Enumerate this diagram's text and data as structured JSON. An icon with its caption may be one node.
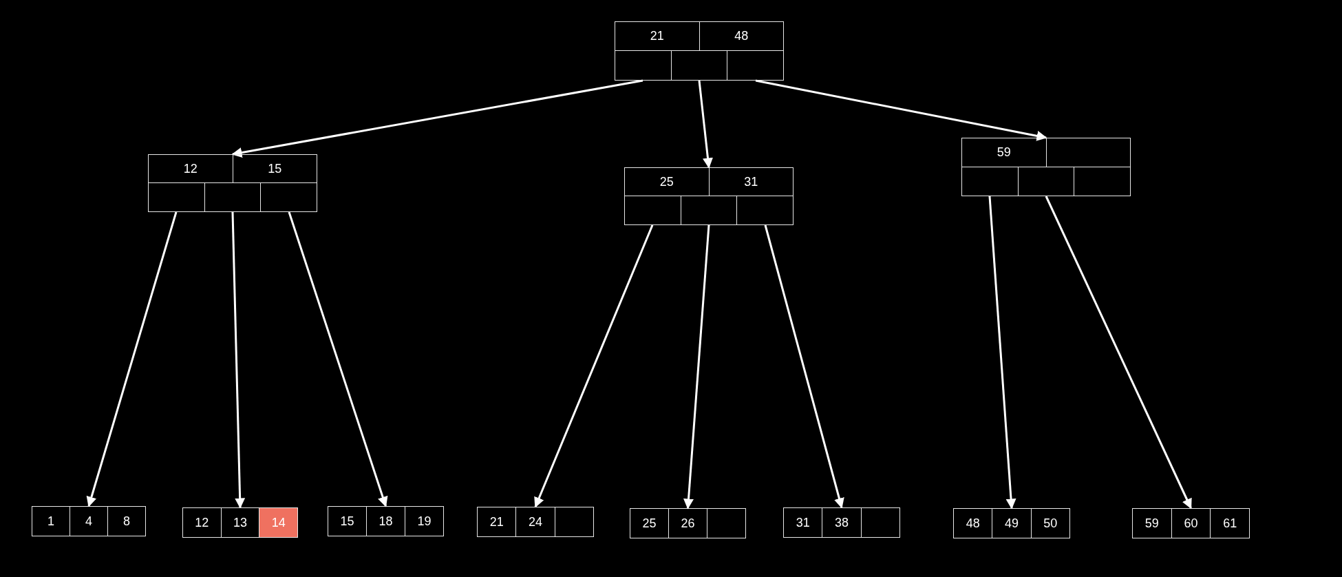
{
  "diagram": {
    "nodes": [
      {
        "text": [
          "21",
          "48"
        ]
      },
      {
        "text": [
          "12",
          "15"
        ]
      },
      {
        "text": [
          "25",
          "31"
        ]
      },
      {
        "text": [
          "59"
        ]
      },
      {
        "text": [
          "1",
          "4",
          "8"
        ]
      },
      {
        "text": [
          "12",
          "13",
          "14"
        ]
      },
      {
        "text": [
          "15",
          "18",
          "19"
        ]
      },
      {
        "text": [
          "21",
          "24"
        ]
      },
      {
        "text": [
          "25",
          "26"
        ]
      },
      {
        "text": [
          "31",
          "38"
        ]
      },
      {
        "text": [
          "48",
          "49",
          "50"
        ]
      },
      {
        "text": [
          "59",
          "60",
          "61"
        ]
      }
    ],
    "edges": [
      {
        "from": 0,
        "to": 1,
        "arrow": "to"
      },
      {
        "from": 0,
        "to": 2,
        "arrow": "to"
      },
      {
        "from": 0,
        "to": 3,
        "arrow": "to"
      },
      {
        "from": 1,
        "to": 4,
        "arrow": "to"
      },
      {
        "from": 1,
        "to": 5,
        "arrow": "to"
      },
      {
        "from": 1,
        "to": 6,
        "arrow": "to"
      },
      {
        "from": 2,
        "to": 7,
        "arrow": "to"
      },
      {
        "from": 2,
        "to": 8,
        "arrow": "to"
      },
      {
        "from": 2,
        "to": 9,
        "arrow": "to"
      },
      {
        "from": 3,
        "to": 10,
        "arrow": "to"
      },
      {
        "from": 3,
        "to": 11,
        "arrow": "to"
      }
    ]
  }
}
